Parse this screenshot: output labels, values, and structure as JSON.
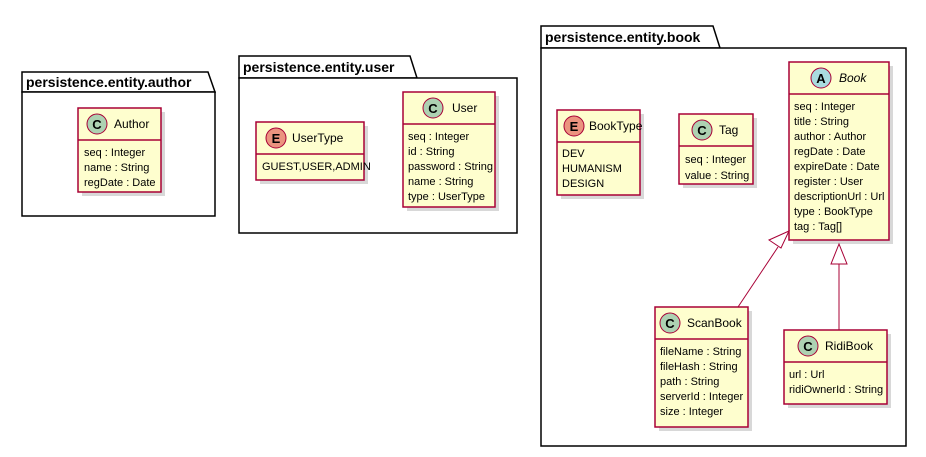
{
  "packages": {
    "author": {
      "title": "persistence.entity.author"
    },
    "user": {
      "title": "persistence.entity.user"
    },
    "book": {
      "title": "persistence.entity.book"
    }
  },
  "classes": {
    "author": {
      "kind": "C",
      "name": "Author",
      "attrs": [
        "seq : Integer",
        "name : String",
        "regDate : Date"
      ]
    },
    "usertype": {
      "kind": "E",
      "name": "UserType",
      "attrs": [
        "GUEST,USER,ADMIN"
      ]
    },
    "user": {
      "kind": "C",
      "name": "User",
      "attrs": [
        "seq : Integer",
        "id : String",
        "password : String",
        "name : String",
        "type : UserType"
      ]
    },
    "booktype": {
      "kind": "E",
      "name": "BookType",
      "attrs": [
        "DEV",
        "HUMANISM",
        "DESIGN"
      ]
    },
    "tag": {
      "kind": "C",
      "name": "Tag",
      "attrs": [
        "seq : Integer",
        "value : String"
      ]
    },
    "book": {
      "kind": "A",
      "name": "Book",
      "attrs": [
        "seq : Integer",
        "title : String",
        "author : Author",
        "regDate : Date",
        "expireDate : Date",
        "register : User",
        "descriptionUrl : Url",
        "type : BookType",
        "tag : Tag[]"
      ]
    },
    "scanbook": {
      "kind": "C",
      "name": "ScanBook",
      "attrs": [
        "fileName : String",
        "fileHash : String",
        "path : String",
        "serverId : Integer",
        "size : Integer"
      ]
    },
    "ridibook": {
      "kind": "C",
      "name": "RidiBook",
      "attrs": [
        "url : Url",
        "ridiOwnerId : String"
      ]
    }
  },
  "colors": {
    "class_fill": "#FEFECE",
    "class_border": "#A80036",
    "class_badge": "#ADD1B2",
    "enum_badge": "#EB937F",
    "abstract_badge": "#A9DCDF"
  }
}
